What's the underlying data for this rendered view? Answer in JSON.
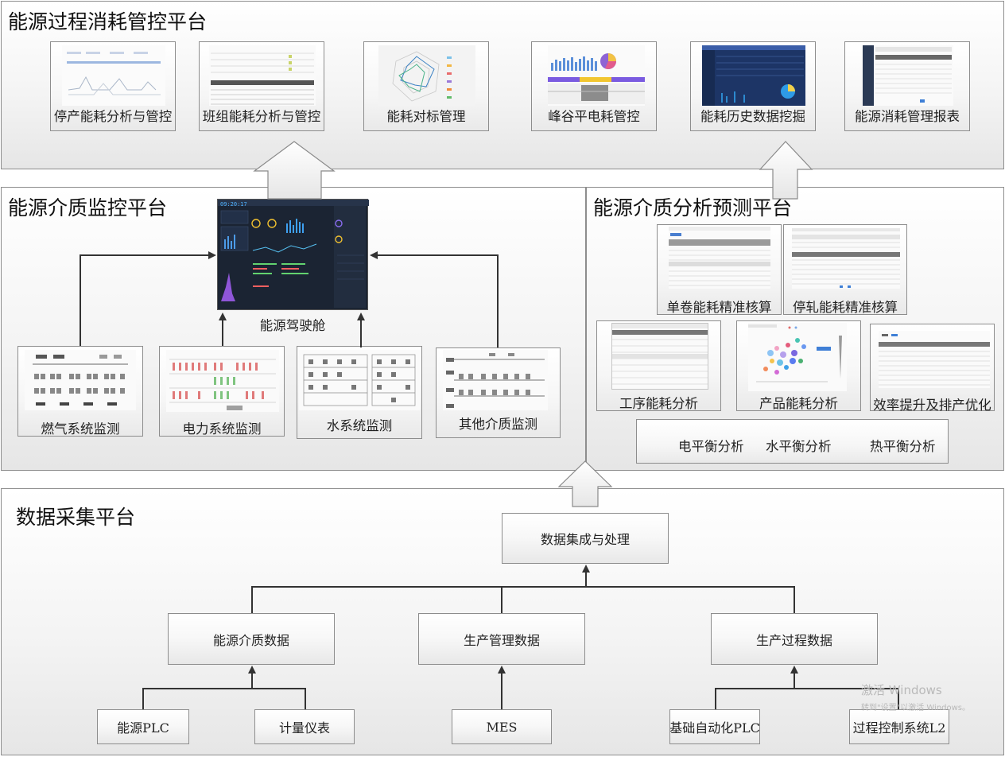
{
  "panels": {
    "top": {
      "title": "能源过程消耗管控平台"
    },
    "monitor": {
      "title": "能源介质监控平台"
    },
    "predict": {
      "title": "能源介质分析预测平台"
    },
    "collect": {
      "title": "数据采集平台"
    }
  },
  "top_cards": [
    {
      "label": "停产能耗分析与管控"
    },
    {
      "label": "班组能耗分析与管控"
    },
    {
      "label": "能耗对标管理"
    },
    {
      "label": "峰谷平电耗管控"
    },
    {
      "label": "能耗历史数据挖掘"
    },
    {
      "label": "能源消耗管理报表"
    }
  ],
  "monitor": {
    "cockpit": {
      "label": "能源驾驶舱",
      "clock": "09:20:17"
    },
    "systems": [
      {
        "label": "燃气系统监测"
      },
      {
        "label": "电力系统监测"
      },
      {
        "label": "水系统监测"
      },
      {
        "label": "其他介质监测"
      }
    ]
  },
  "predict": {
    "cards": [
      {
        "label": "单卷能耗精准核算"
      },
      {
        "label": "停轧能耗精准核算"
      },
      {
        "label": "工序能耗分析"
      },
      {
        "label": "产品能耗分析"
      },
      {
        "label": "效率提升及排产优化"
      }
    ],
    "balance": [
      "电平衡分析",
      "水平衡分析",
      "热平衡分析"
    ]
  },
  "collect": {
    "integration": "数据集成与处理",
    "categories": [
      "能源介质数据",
      "生产管理数据",
      "生产过程数据"
    ],
    "sources": [
      "能源PLC",
      "计量仪表",
      "MES",
      "基础自动化PLC",
      "过程控制系统L2"
    ]
  },
  "watermark": {
    "line1": "激活 Windows",
    "line2": "转到\"设置\"以激活 Windows。"
  },
  "colors": {
    "cockpit_bg": "#1b2433",
    "history_bg": "#1d3566",
    "accent_blue": "#3f7fd6"
  }
}
